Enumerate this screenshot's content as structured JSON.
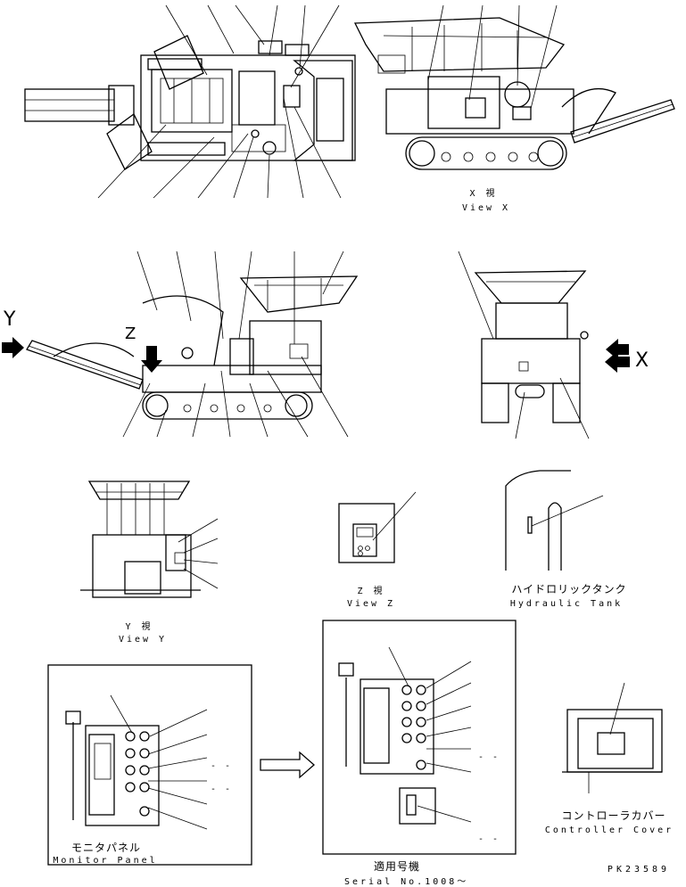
{
  "views": {
    "view_x": {
      "jp": "X 視",
      "en": "View X"
    },
    "view_y": {
      "jp": "Y 視",
      "en": "View Y"
    },
    "view_z": {
      "jp": "Z 視",
      "en": "View Z"
    },
    "hydraulic_tank": {
      "jp": "ハイドロリックタンク",
      "en": "Hydraulic Tank"
    },
    "monitor_panel": {
      "jp": "モニタパネル",
      "en": "Monitor Panel"
    },
    "serial": {
      "jp": "適用号機",
      "en": "Serial No.1008～"
    },
    "controller_cover": {
      "jp": "コントローラカバー",
      "en": "Controller Cover"
    }
  },
  "arrows": {
    "y": "Y",
    "z": "Z",
    "x": "X"
  },
  "dashes": {
    "d1": "- -",
    "d2": "- -",
    "d3": "- -",
    "d4": "- -"
  },
  "part_code": "PK23589"
}
